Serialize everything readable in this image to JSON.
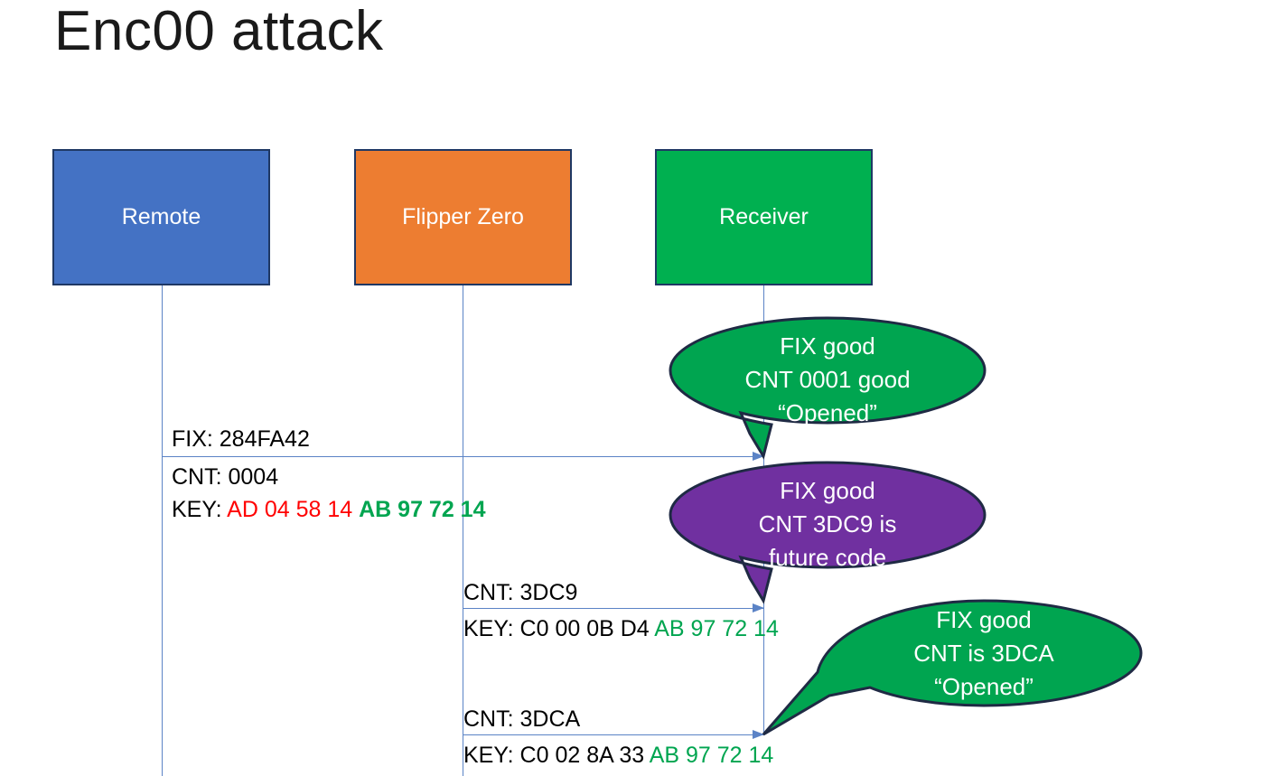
{
  "slide": {
    "title": "Enc00 attack",
    "background": "#ffffff"
  },
  "colors": {
    "remote": "#4472C4",
    "flipper": "#ED7D31",
    "receiver": "#00B050",
    "callout_good": "#00A550",
    "callout_future": "#7030A0",
    "lifeline": "#5B83C6",
    "key_red": "#FF0000",
    "key_green": "#00A550",
    "border": "#1F3864"
  },
  "actors": [
    {
      "id": "remote",
      "label": "Remote"
    },
    {
      "id": "flipper",
      "label": "Flipper Zero"
    },
    {
      "id": "receiver",
      "label": "Receiver"
    }
  ],
  "messages": [
    {
      "id": "msg-1",
      "from": "remote",
      "to": "receiver",
      "lines": [
        {
          "id": "fix",
          "prefix": "FIX: 284FA42"
        },
        {
          "id": "cnt",
          "prefix": "CNT: 0004"
        },
        {
          "id": "key",
          "prefix": "KEY: ",
          "red": "AD 04 58 14",
          "green": "AB 97 72 14"
        }
      ]
    },
    {
      "id": "msg-2",
      "from": "flipper",
      "to": "receiver",
      "lines": [
        {
          "id": "cnt",
          "prefix": "CNT: 3DC9"
        },
        {
          "id": "key",
          "prefix": "KEY: C0 00 0B D4 ",
          "green": "AB 97 72 14"
        }
      ]
    },
    {
      "id": "msg-3",
      "from": "flipper",
      "to": "receiver",
      "lines": [
        {
          "id": "cnt",
          "prefix": "CNT: 3DCA"
        },
        {
          "id": "key",
          "prefix": "KEY: C0 02 8A 33 ",
          "green": "AB 97 72 14"
        }
      ]
    }
  ],
  "callouts": [
    {
      "id": "callout-1",
      "color": "#00A550",
      "line1": "FIX good",
      "line2": "CNT 0001 good",
      "line3": "“Opened”"
    },
    {
      "id": "callout-2",
      "color": "#7030A0",
      "line1": "FIX good",
      "line2": "CNT 3DC9 is",
      "line3": "future code"
    },
    {
      "id": "callout-3",
      "color": "#00A550",
      "line1": "FIX good",
      "line2": "CNT is 3DCA",
      "line3": "“Opened”"
    }
  ]
}
